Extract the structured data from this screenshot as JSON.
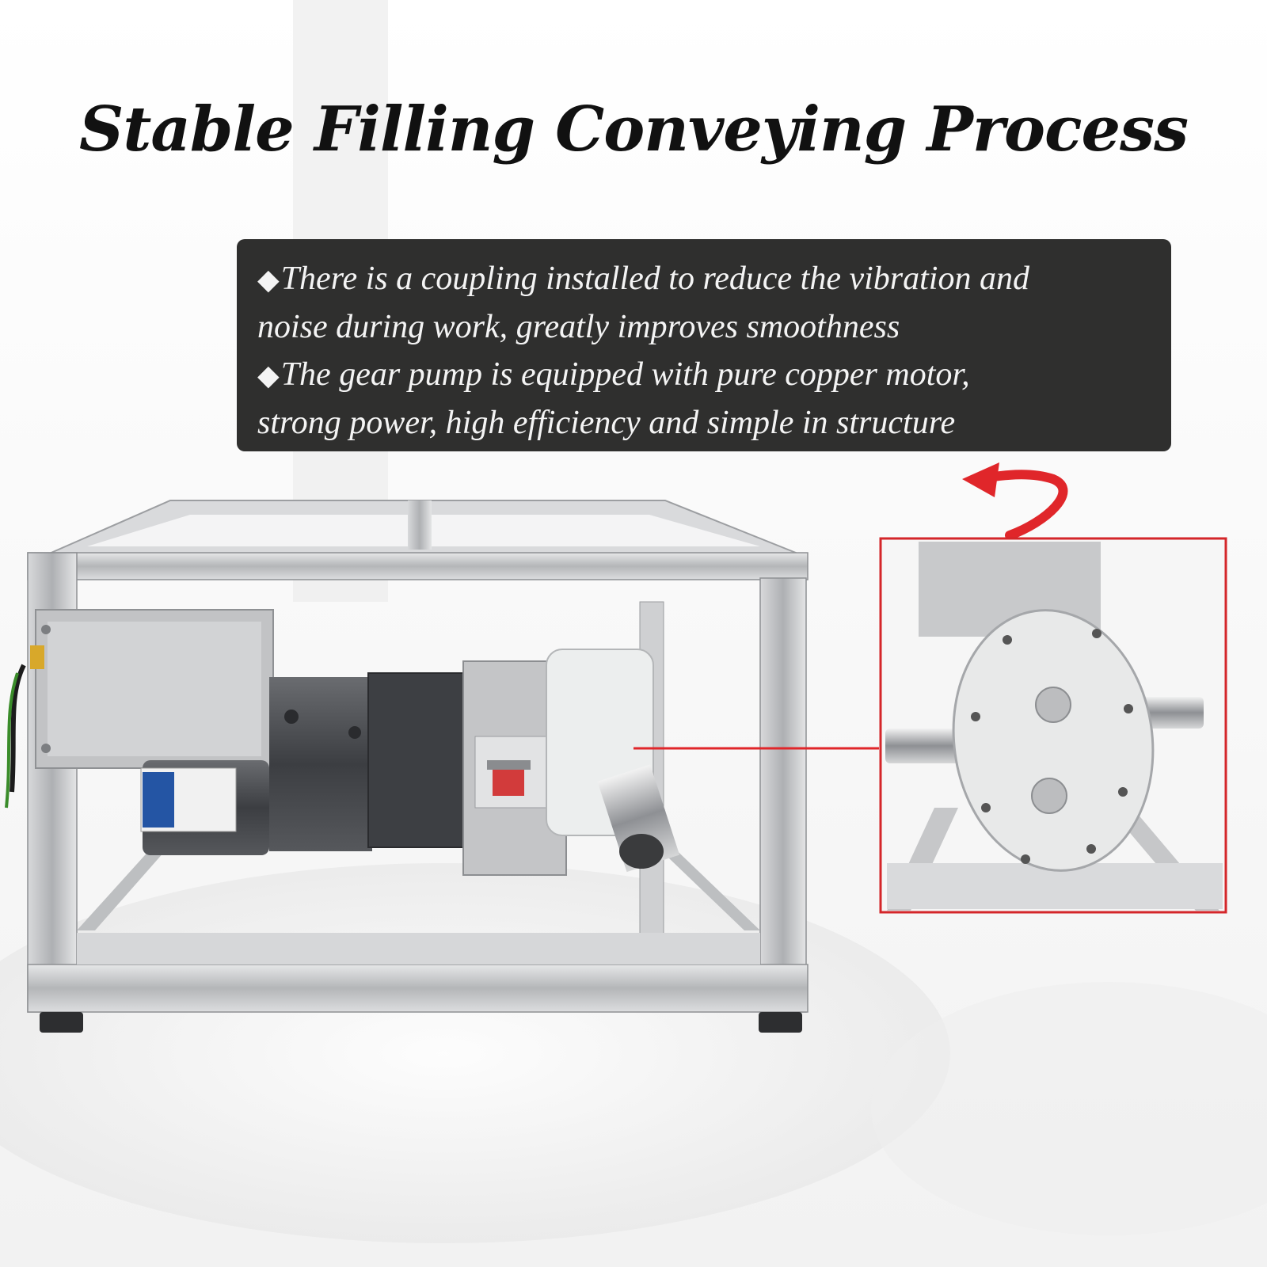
{
  "title": "Stable Filling Conveying Process",
  "features": [
    {
      "bullet": "◆",
      "line1": "There is a coupling installed to reduce the vibration and",
      "line2": "noise during work, greatly improves smoothness"
    },
    {
      "bullet": "◆",
      "line1": "The gear pump is equipped with pure copper motor,",
      "line2": "strong power, high efficiency and simple in structure"
    }
  ],
  "colors": {
    "background": "#fafafa",
    "text_box": "#2f2f2e",
    "callout": "#e0262a",
    "steel": "#c9cbcd",
    "motor": "#47494c"
  },
  "illustration": {
    "main": "gear pump machine on stainless steel frame",
    "detail": "zoomed view of gear pump head"
  }
}
